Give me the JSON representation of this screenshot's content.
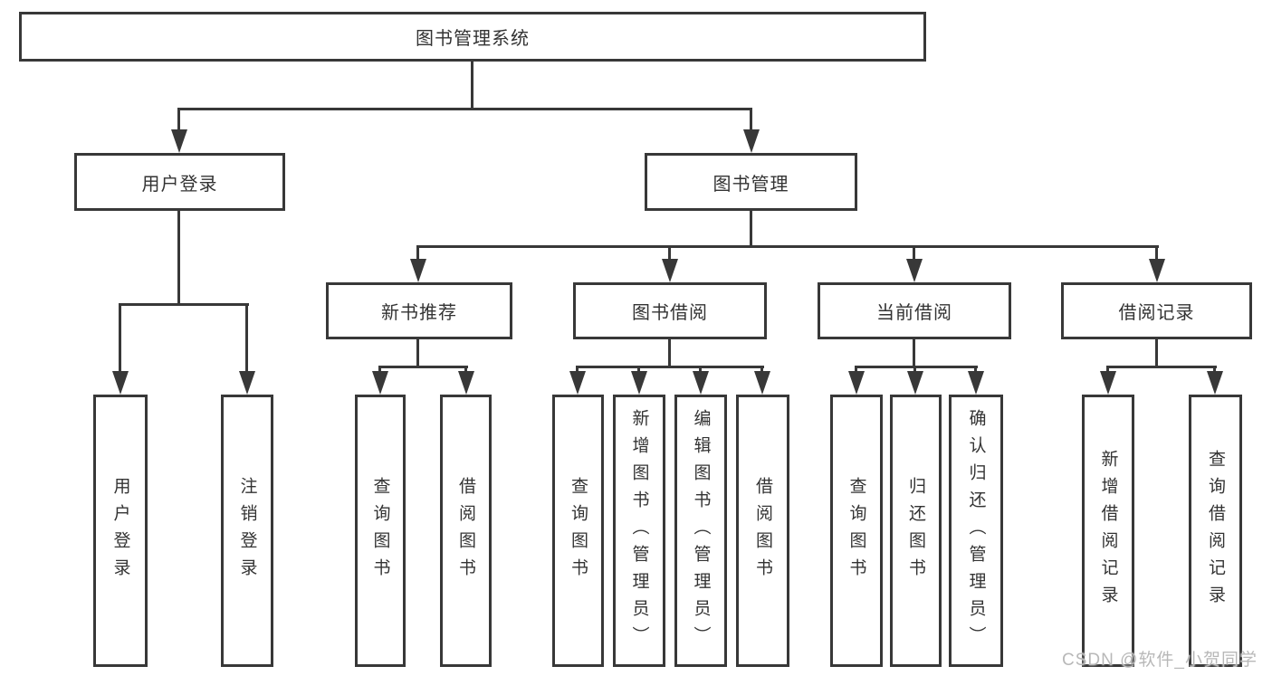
{
  "colors": {
    "background": "#ffffff",
    "line": "#383838",
    "box_border": "#383838",
    "text": "#333333",
    "watermark": "#b8b8b8"
  },
  "watermark": {
    "text": "CSDN @软件_小贺同学"
  },
  "tree": {
    "label": "图书管理系统",
    "children": [
      {
        "label": "用户登录",
        "children": [
          {
            "label": "用户登录"
          },
          {
            "label": "注销登录"
          }
        ]
      },
      {
        "label": "图书管理",
        "children": [
          {
            "label": "新书推荐",
            "children": [
              {
                "label": "查询图书"
              },
              {
                "label": "借阅图书"
              }
            ]
          },
          {
            "label": "图书借阅",
            "children": [
              {
                "label": "查询图书"
              },
              {
                "label": "新增图书（管理员）"
              },
              {
                "label": "编辑图书（管理员）"
              },
              {
                "label": "借阅图书"
              }
            ]
          },
          {
            "label": "当前借阅",
            "children": [
              {
                "label": "查询图书"
              },
              {
                "label": "归还图书"
              },
              {
                "label": "确认归还（管理员）"
              }
            ]
          },
          {
            "label": "借阅记录",
            "children": [
              {
                "label": "新增借阅记录"
              },
              {
                "label": "查询借阅记录"
              }
            ]
          }
        ]
      }
    ]
  }
}
